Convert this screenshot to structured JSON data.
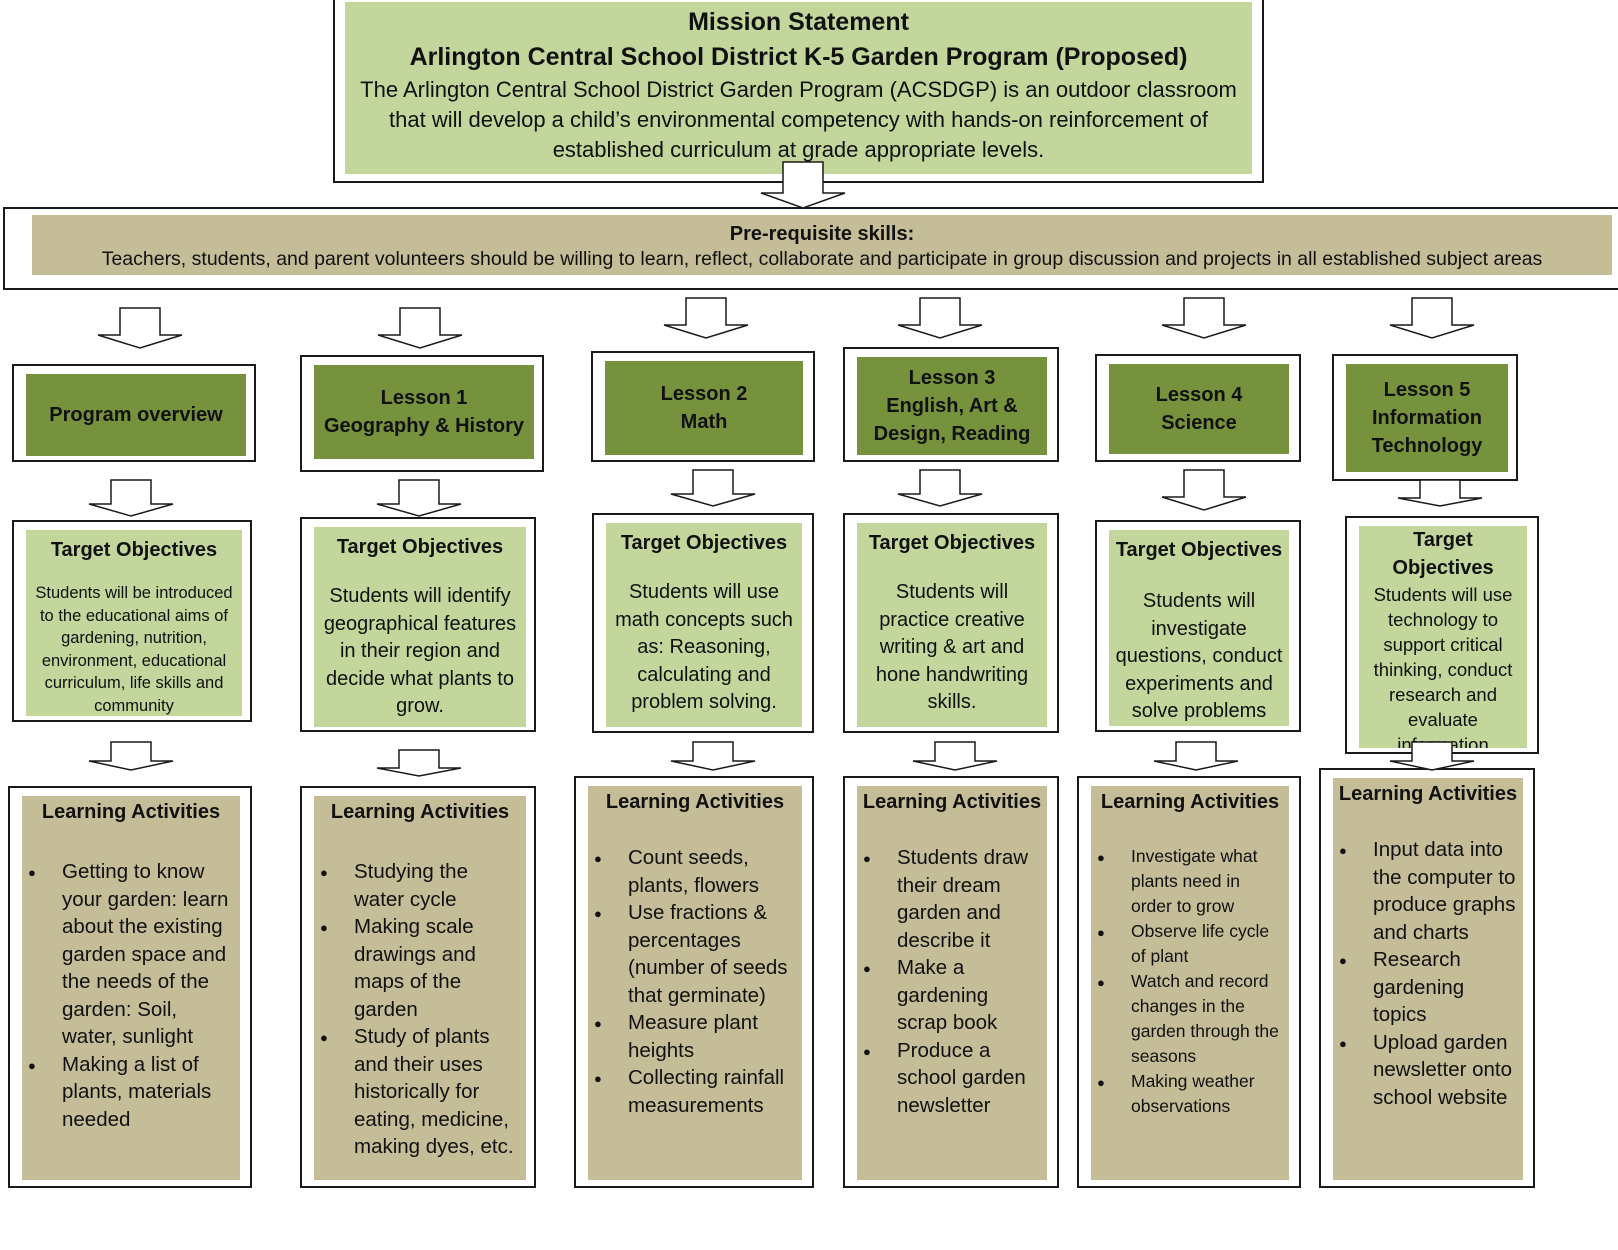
{
  "mission": {
    "title": "Mission Statement",
    "subtitle": "Arlington Central School District K-5 Garden Program (Proposed)",
    "text": "The Arlington Central School District Garden Program (ACSDGP) is an outdoor classroom that will develop a child’s environmental competency with hands-on reinforcement of established curriculum at grade appropriate levels."
  },
  "prereq": {
    "title": "Pre-requisite skills:",
    "text": "Teachers, students, and parent volunteers should be willing to learn, reflect, collaborate and participate in group discussion and projects in all established subject areas"
  },
  "colors": {
    "light_green": "#c3d69b",
    "dark_green": "#76923c",
    "tan": "#c4bd97",
    "border": "#1a1a1a"
  },
  "columns": [
    {
      "lesson": [
        "Program overview"
      ],
      "objectives_title": "Target Objectives",
      "objectives": "Students will be introduced to the educational aims of gardening, nutrition, environment, educational curriculum, life skills and community",
      "activities_title": "Learning Activities",
      "activities": [
        "Getting to know your garden: learn about the existing garden space and the needs of the garden: Soil, water, sunlight",
        " Making a list of plants, materials needed"
      ]
    },
    {
      "lesson": [
        "Lesson 1",
        "Geography & History"
      ],
      "objectives_title": "Target Objectives",
      "objectives": "Students will identify geographical features in their region and decide what plants to grow.",
      "activities_title": "Learning Activities",
      "activities": [
        "Studying the water cycle",
        "Making scale drawings and maps of the garden",
        "Study of plants and their uses historically for eating, medicine, making dyes, etc."
      ]
    },
    {
      "lesson": [
        "Lesson 2",
        "Math"
      ],
      "objectives_title": "Target Objectives",
      "objectives": "Students will use math concepts such as: Reasoning, calculating and problem solving.",
      "activities_title": "Learning Activities",
      "activities": [
        "Count seeds, plants, flowers",
        "Use fractions & percentages (number of seeds that germinate)",
        "Measure plant heights",
        "Collecting rainfall measurements"
      ]
    },
    {
      "lesson": [
        "Lesson 3",
        "English, Art &",
        "Design, Reading"
      ],
      "objectives_title": "Target Objectives",
      "objectives": "Students will practice creative writing & art and hone handwriting skills.",
      "activities_title": "Learning Activities",
      "activities": [
        "Students draw their dream garden and describe it",
        "Make a gardening scrap book",
        "Produce a school garden newsletter"
      ]
    },
    {
      "lesson": [
        "Lesson 4",
        "Science"
      ],
      "objectives_title": "Target Objectives",
      "objectives": "Students will investigate questions, conduct experiments and solve problems",
      "activities_title": "Learning Activities",
      "activities": [
        "Investigate what plants need in order to grow",
        "Observe life cycle of plant",
        "Watch and record changes in the garden through the seasons",
        "Making weather observations"
      ]
    },
    {
      "lesson": [
        "Lesson 5",
        "Information",
        "Technology"
      ],
      "objectives_title": "Target Objectives",
      "objectives": "Students will use technology to support critical thinking, conduct research and evaluate information",
      "activities_title": "Learning Activities",
      "activities": [
        "Input data into the computer to produce graphs and charts",
        "Research gardening topics",
        "Upload garden newsletter onto school website"
      ]
    }
  ]
}
